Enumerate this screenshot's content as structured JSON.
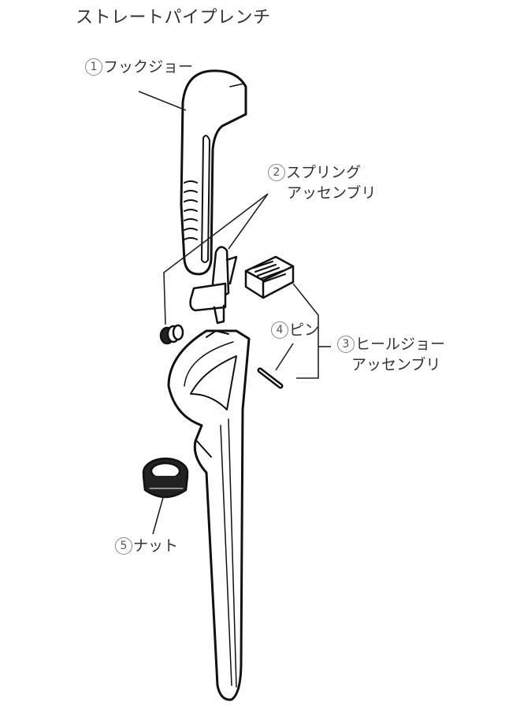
{
  "title": "ストレートパイプレンチ",
  "parts": [
    {
      "number": "1",
      "name": "フックジョー"
    },
    {
      "number": "2",
      "name": "スプリング",
      "name_line2": "アッセンブリ"
    },
    {
      "number": "3",
      "name": "ヒールジョー",
      "name_line2": "アッセンブリ"
    },
    {
      "number": "4",
      "name": "ピン"
    },
    {
      "number": "5",
      "name": "ナット"
    }
  ],
  "colors": {
    "line": "#111111",
    "text": "#333333",
    "circle": "#888888",
    "background": "#ffffff"
  }
}
